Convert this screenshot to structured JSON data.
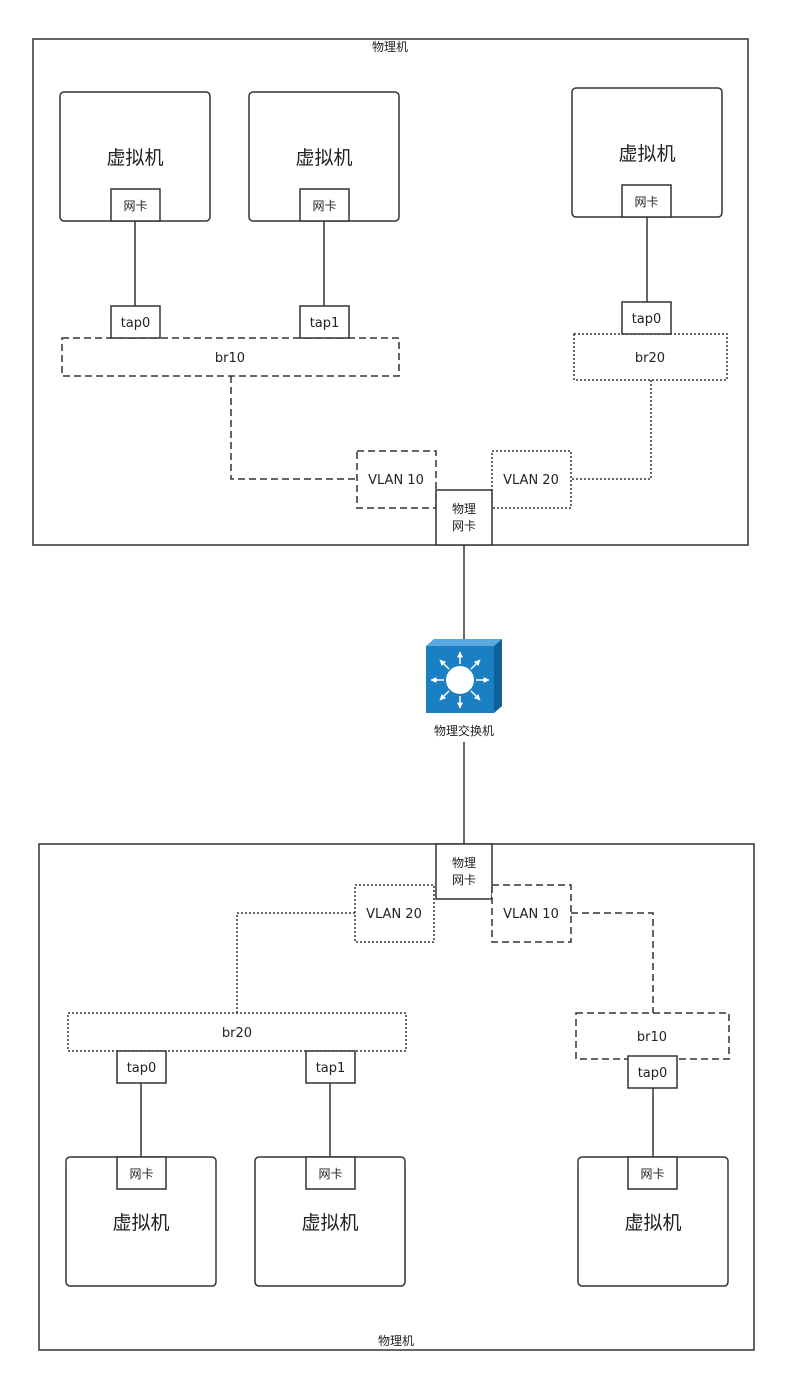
{
  "top_host": {
    "label": "物理机",
    "vms": [
      {
        "title": "虚拟机",
        "nic": "网卡",
        "tap": "tap0"
      },
      {
        "title": "虚拟机",
        "nic": "网卡",
        "tap": "tap1"
      },
      {
        "title": "虚拟机",
        "nic": "网卡",
        "tap": "tap0"
      }
    ],
    "bridges": [
      "br10",
      "br20"
    ],
    "vlans": [
      "VLAN 10",
      "VLAN 20"
    ],
    "phys_nic": [
      "物理",
      "网卡"
    ]
  },
  "switch": {
    "label": "物理交换机",
    "icon": "network-switch-icon",
    "color": "#1b7fc3"
  },
  "bottom_host": {
    "label": "物理机",
    "vms": [
      {
        "title": "虚拟机",
        "nic": "网卡",
        "tap": "tap0"
      },
      {
        "title": "虚拟机",
        "nic": "网卡",
        "tap": "tap1"
      },
      {
        "title": "虚拟机",
        "nic": "网卡",
        "tap": "tap0"
      }
    ],
    "bridges": [
      "br20",
      "br10"
    ],
    "vlans": [
      "VLAN 20",
      "VLAN 10"
    ],
    "phys_nic": [
      "物理",
      "网卡"
    ]
  }
}
